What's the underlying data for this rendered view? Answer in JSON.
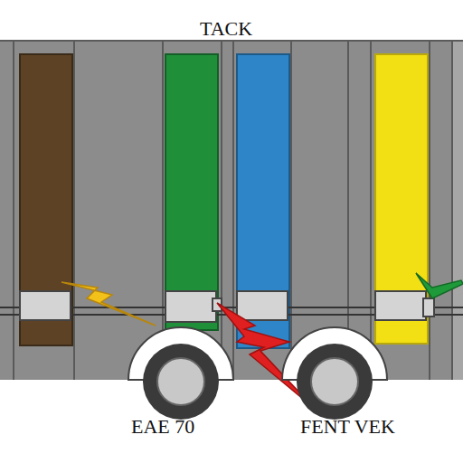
{
  "diagram": {
    "title": "TACK",
    "labels": [
      "EAE 70",
      "FENT VEK"
    ]
  }
}
